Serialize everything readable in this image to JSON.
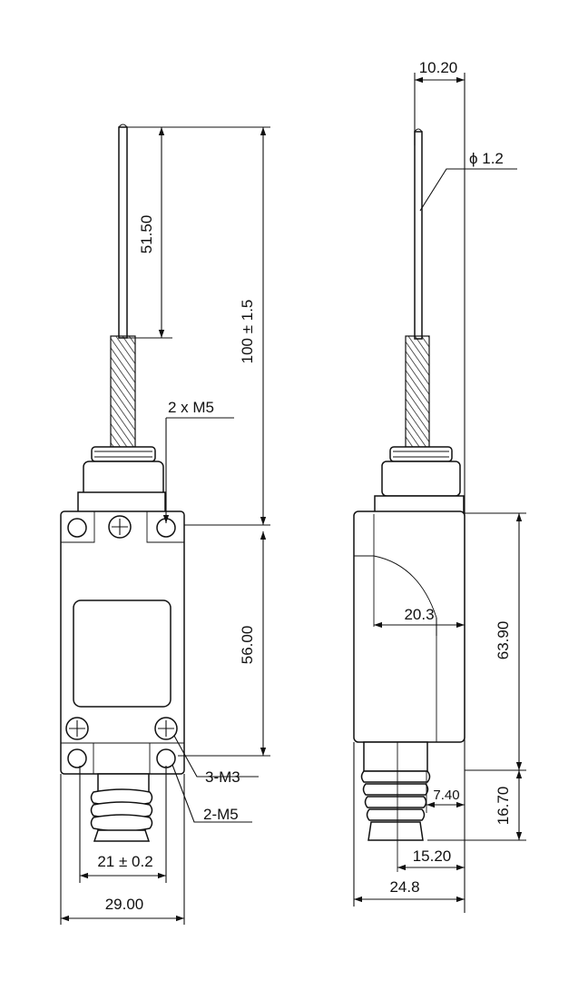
{
  "drawing": {
    "front_view": {
      "dim_rod_length": "51.50",
      "dim_total_height": "100 ± 1.5",
      "dim_body_height": "56.00",
      "dim_mount_spacing": "21 ± 0.2",
      "dim_body_width": "29.00",
      "callout_top_holes": "2 x M5",
      "callout_bottom_screws": "3-M3",
      "callout_bottom_holes": "2-M5"
    },
    "side_view": {
      "dim_rod_offset": "10.20",
      "dim_rod_diameter": "ϕ 1.2",
      "dim_inner_width": "20.3",
      "dim_body_height": "63.90",
      "dim_plunger_step": "7.40",
      "dim_plunger_height": "16.70",
      "dim_plunger_width": "15.20",
      "dim_total_width": "24.8"
    }
  }
}
